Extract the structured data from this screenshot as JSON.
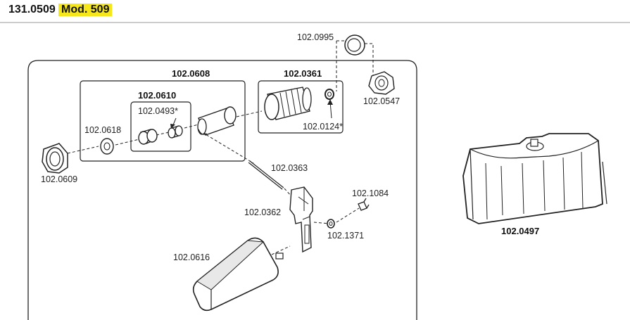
{
  "header": {
    "model_code": "131.0509",
    "model_name": "Mod. 509",
    "highlight_color": "#f5e71a"
  },
  "labels": {
    "p0995": "102.0995",
    "p0547": "102.0547",
    "p0608": "102.0608",
    "p0361": "102.0361",
    "p0610": "102.0610",
    "p0493": "102.0493*",
    "p0618": "102.0618",
    "p0124": "102.0124*",
    "p0609": "102.0609",
    "p0363": "102.0363",
    "p1084": "102.1084",
    "p0362": "102.0362",
    "p1371": "102.1371",
    "p0616": "102.0616",
    "p0497": "102.0497"
  }
}
